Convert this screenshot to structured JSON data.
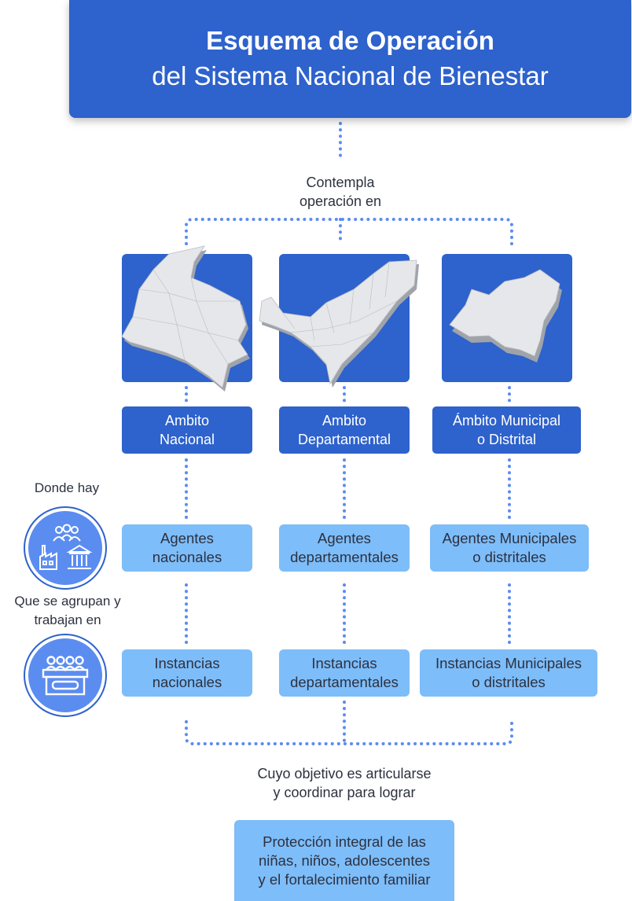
{
  "title": {
    "line1": "Esquema de Operación",
    "line2": "del Sistema Nacional de Bienestar"
  },
  "contempla": [
    "Contempla",
    "operación en"
  ],
  "ambitos": [
    {
      "lines": [
        "Ambito",
        "Nacional"
      ],
      "map": "colombia-map-icon"
    },
    {
      "lines": [
        "Ambito",
        "Departamental"
      ],
      "map": "department-map-icon"
    },
    {
      "lines": [
        "Ámbito Municipal",
        "o Distrital"
      ],
      "map": "municipality-map-icon"
    }
  ],
  "donde_hay": "Donde hay",
  "agentes": [
    [
      "Agentes",
      "nacionales"
    ],
    [
      "Agentes",
      "departamentales"
    ],
    [
      "Agentes Municipales",
      "o distritales"
    ]
  ],
  "que_se_agrupan": [
    "Que se agrupan y",
    "trabajan en"
  ],
  "instancias": [
    [
      "Instancias",
      "nacionales"
    ],
    [
      "Instancias",
      "departamentales"
    ],
    [
      "Instancias Municipales",
      "o distritales"
    ]
  ],
  "objetivo": [
    "Cuyo objetivo es articularse",
    "y coordinar para lograr"
  ],
  "goal": [
    "Protección integral de las",
    "niñas, niños, adolescentes",
    "y el fortalecimiento familiar"
  ],
  "colors": {
    "primary_blue": "#2e62cc",
    "light_blue": "#7dbdf9",
    "icon_blue": "#5b8cf0",
    "dots": "#5b8cf0",
    "text": "#2d3140"
  },
  "icons": {
    "agents": "people-factory-institution-icon",
    "instances": "meeting-table-icon"
  }
}
